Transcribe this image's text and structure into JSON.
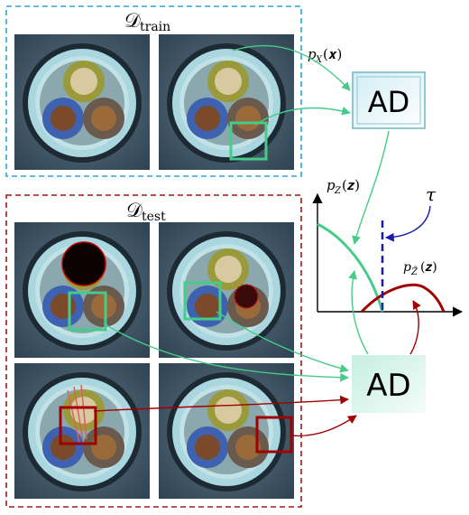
{
  "colors": {
    "train_box": "#2aa6dc",
    "test_box": "#a01818",
    "normal": "#44cc88",
    "anomaly": "#a00000",
    "threshold": "#1a1ab0",
    "ad_fill": "#d8f4ee"
  },
  "train": {
    "label_main": "𝒟",
    "label_sub": "train"
  },
  "test": {
    "label_main": "𝒟",
    "label_sub": "test"
  },
  "ad_top": {
    "label": "AD"
  },
  "ad_bottom": {
    "label": "AD"
  },
  "labels": {
    "px_main": "p",
    "px_sub": "X",
    "px_arg": "(𝒙)",
    "pz_main": "p",
    "pz_sub": "Z",
    "pz_arg": "(𝒛)",
    "pzt_main": "p",
    "pzt_sub": "Z̃",
    "pzt_arg": "(𝒛)",
    "tau": "τ"
  }
}
